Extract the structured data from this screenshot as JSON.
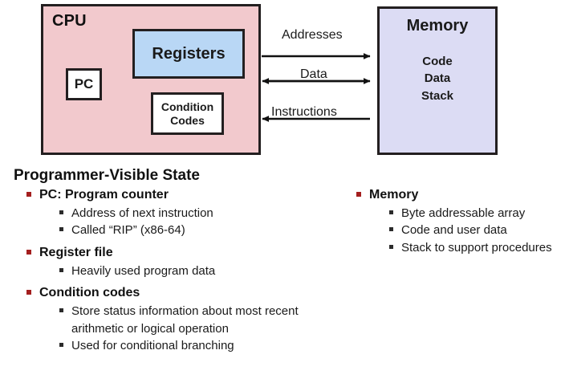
{
  "diagram": {
    "cpu": {
      "title": "CPU",
      "pc_label": "PC",
      "registers_label": "Registers",
      "condition_codes_line1": "Condition",
      "condition_codes_line2": "Codes"
    },
    "memory": {
      "title": "Memory",
      "line1": "Code",
      "line2": "Data",
      "line3": "Stack"
    },
    "buses": [
      {
        "label": "Addresses",
        "direction": "right"
      },
      {
        "label": "Data",
        "direction": "both"
      },
      {
        "label": "Instructions",
        "direction": "left"
      }
    ],
    "colors": {
      "cpu_fill": "#f2c9cd",
      "registers_fill": "#b9d7f5",
      "memory_fill": "#dcdcf4",
      "box_stroke": "#231f20",
      "bullet_level1": "#a41f1f",
      "bullet_level2": "#2b2b2b"
    }
  },
  "content": {
    "section_title": "Programmer-Visible State",
    "left_column": [
      {
        "label": "PC: Program counter",
        "children": [
          "Address of next instruction",
          "Called “RIP” (x86-64)"
        ]
      },
      {
        "label": "Register file",
        "children": [
          "Heavily used program data"
        ]
      },
      {
        "label": "Condition codes",
        "children": [
          "Store status information about most recent arithmetic or logical operation",
          "Used for conditional branching"
        ]
      }
    ],
    "right_column": [
      {
        "label": "Memory",
        "children": [
          "Byte addressable array",
          "Code and user data",
          "Stack to support procedures"
        ]
      }
    ]
  }
}
